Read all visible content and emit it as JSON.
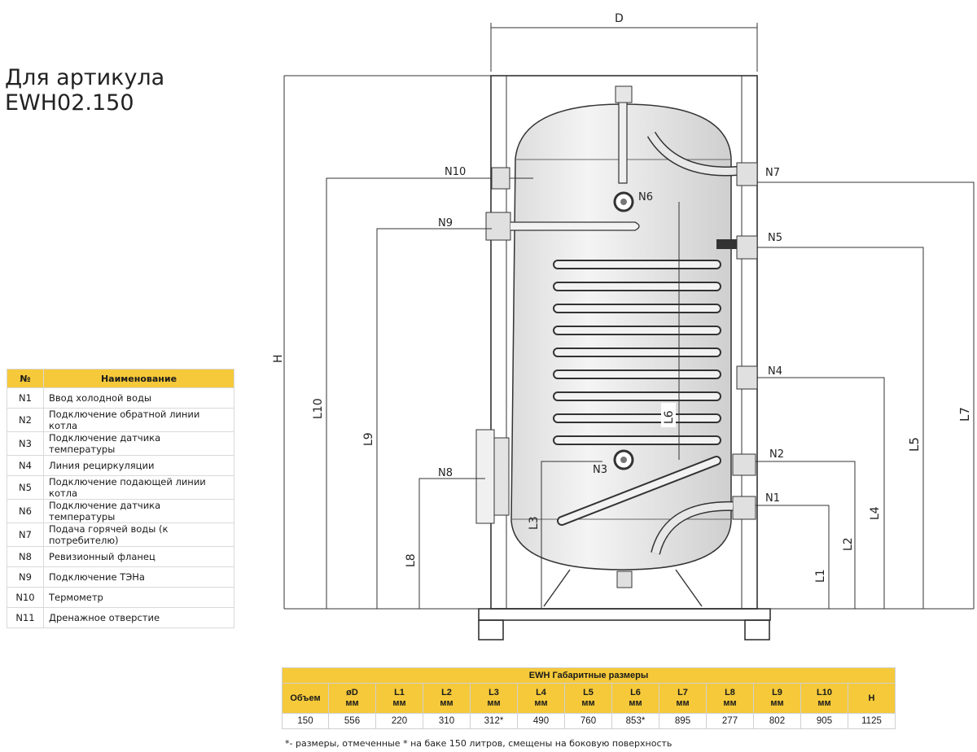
{
  "title_line1": "Для артикула",
  "title_line2": "EWH02.150",
  "legend": {
    "header_num": "№",
    "header_name": "Наименование",
    "rows": [
      {
        "num": "N1",
        "name": "Ввод холодной воды"
      },
      {
        "num": "N2",
        "name": "Подключение обратной линии котла"
      },
      {
        "num": "N3",
        "name": "Подключение датчика температуры"
      },
      {
        "num": "N4",
        "name": "Линия рециркуляции"
      },
      {
        "num": "N5",
        "name": "Подключение подающей линии котла"
      },
      {
        "num": "N6",
        "name": "Подключение датчика температуры"
      },
      {
        "num": "N7",
        "name": "Подача горячей воды (к потребителю)"
      },
      {
        "num": "N8",
        "name": "Ревизионный фланец"
      },
      {
        "num": "N9",
        "name": "Подключение ТЭНа"
      },
      {
        "num": "N10",
        "name": "Термометр"
      },
      {
        "num": "N11",
        "name": "Дренажное отверстие"
      }
    ]
  },
  "diagram": {
    "labels": {
      "D": "D",
      "H": "H",
      "N1": "N1",
      "N2": "N2",
      "N3": "N3",
      "N4": "N4",
      "N5": "N5",
      "N6": "N6",
      "N7": "N7",
      "N8": "N8",
      "N9": "N9",
      "N10": "N10",
      "L1": "L1",
      "L2": "L2",
      "L3": "L3",
      "L4": "L4",
      "L5": "L5",
      "L6": "L6",
      "L7": "L7",
      "L8": "L8",
      "L9": "L9",
      "L10": "L10"
    }
  },
  "dims_table": {
    "title": "EWH Габаритные размеры",
    "headers": [
      {
        "line1": "Объем",
        "line2": ""
      },
      {
        "line1": "øD",
        "line2": "мм"
      },
      {
        "line1": "L1",
        "line2": "мм"
      },
      {
        "line1": "L2",
        "line2": "мм"
      },
      {
        "line1": "L3",
        "line2": "мм"
      },
      {
        "line1": "L4",
        "line2": "мм"
      },
      {
        "line1": "L5",
        "line2": "мм"
      },
      {
        "line1": "L6",
        "line2": "мм"
      },
      {
        "line1": "L7",
        "line2": "мм"
      },
      {
        "line1": "L8",
        "line2": "мм"
      },
      {
        "line1": "L9",
        "line2": "мм"
      },
      {
        "line1": "L10",
        "line2": "мм"
      },
      {
        "line1": "H",
        "line2": ""
      }
    ],
    "values": [
      "150",
      "556",
      "220",
      "310",
      "312*",
      "490",
      "760",
      "853*",
      "895",
      "277",
      "802",
      "905",
      "1125"
    ]
  },
  "footnote": "*- размеры, отмеченные * на баке 150 литров, смещены на боковую поверхность",
  "colors": {
    "accent": "#f5c93a",
    "line": "#333333",
    "border": "#d9d9d9"
  }
}
